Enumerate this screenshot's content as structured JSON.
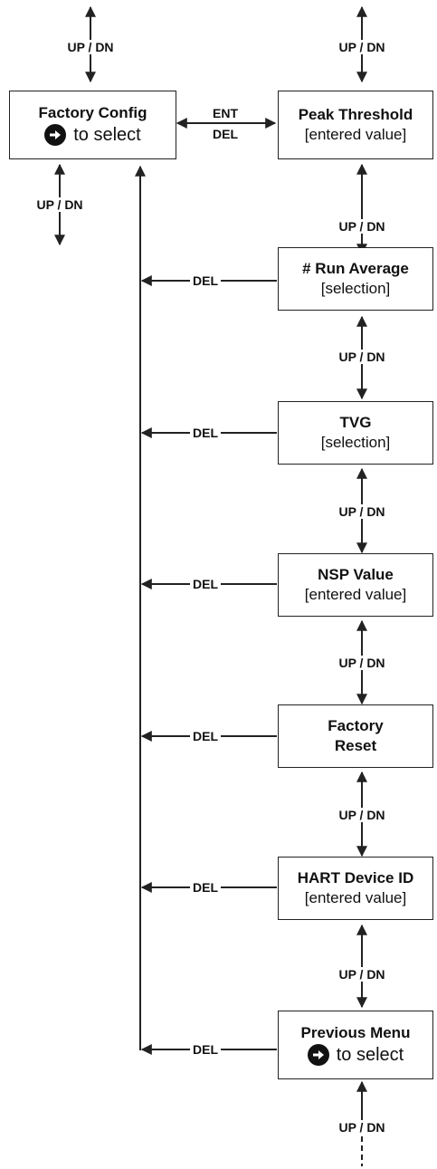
{
  "labels": {
    "updn": "UP / DN",
    "ent": "ENT",
    "del": "DEL"
  },
  "factory_config": {
    "title": "Factory Config",
    "subtitle": "to select"
  },
  "peak_threshold": {
    "title": "Peak Threshold",
    "subtitle": "[entered value]"
  },
  "run_average": {
    "title": "# Run Average",
    "subtitle": "[selection]"
  },
  "tvg": {
    "title": "TVG",
    "subtitle": "[selection]"
  },
  "nsp_value": {
    "title": "NSP Value",
    "subtitle": "[entered value]"
  },
  "factory_reset": {
    "title": "Factory",
    "subtitle": "Reset"
  },
  "hart_device_id": {
    "title": "HART Device ID",
    "subtitle": "[entered value]"
  },
  "previous_menu": {
    "title": "Previous Menu",
    "subtitle": "to select"
  },
  "icons": {
    "select": "right-arrow-circle-icon"
  },
  "colors": {
    "line": "#222222",
    "background": "#ffffff"
  }
}
